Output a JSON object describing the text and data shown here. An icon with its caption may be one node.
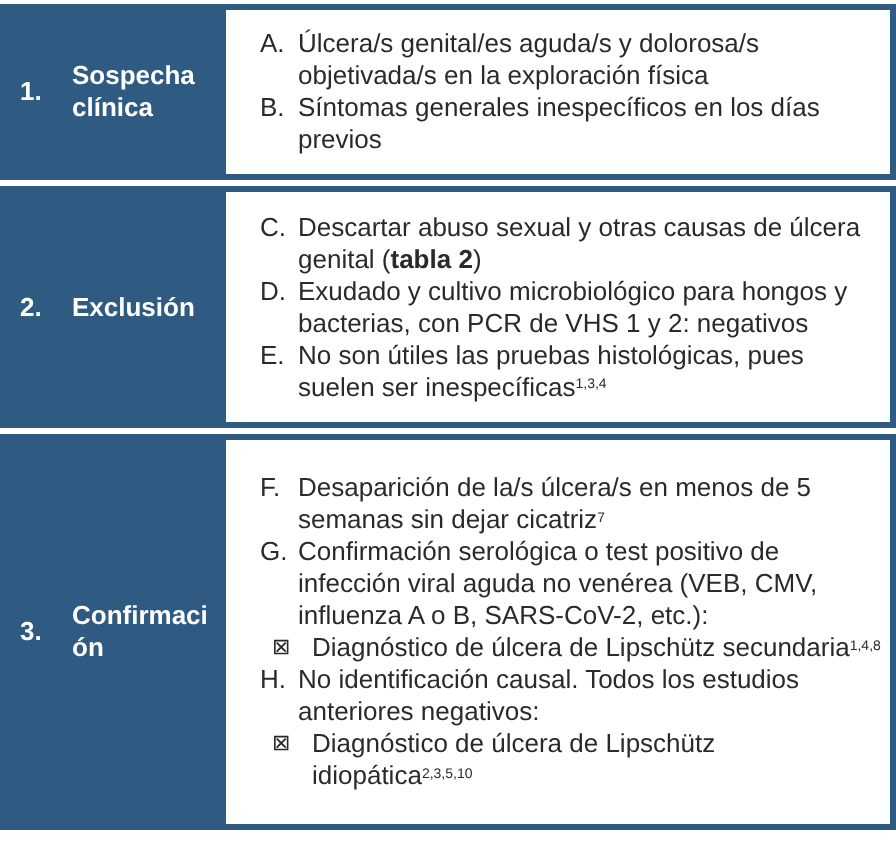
{
  "diagram": {
    "labels": [
      "1.",
      "Sospecha clínica",
      "A.",
      "Úlcera/s genital/es aguda/s y dolorosa/s objetivada/s en la exploración física",
      "B.",
      "Síntomas generales inespecíficos en los días previos",
      "2.",
      "Exclusión",
      "C.",
      "Descartar abuso sexual y otras causas de úlcera genital (**tabla 2**)",
      "D.",
      "Exudado y cultivo microbiológico para hongos y bacterias, con PCR de VHS 1 y 2: negativos",
      "E.",
      "No son útiles las pruebas histológicas, pues suelen ser inespecíficas$^{1,3,4}$",
      "3.",
      "Confirmación",
      "F.",
      "Desaparición de la/s úlcera/s en menos de 5 semanas sin dejar cicatriz$^{7}$",
      "G.",
      "Confirmación serológica o test positivo de infección viral aguda no venérea (VEB, CMV, influenza A o B, SARS-CoV-2, etc.):",
      "⊠",
      "Diagnóstico de úlcera de Lipschütz secundaria$^{1,4,8}$",
      "H.",
      "No identificación causal. Todos los estudios anteriores negativos:",
      "⊠",
      "Diagnóstico de úlcera de Lipschütz idiopática$^{2,3,5,10}$"
    ]
  }
}
